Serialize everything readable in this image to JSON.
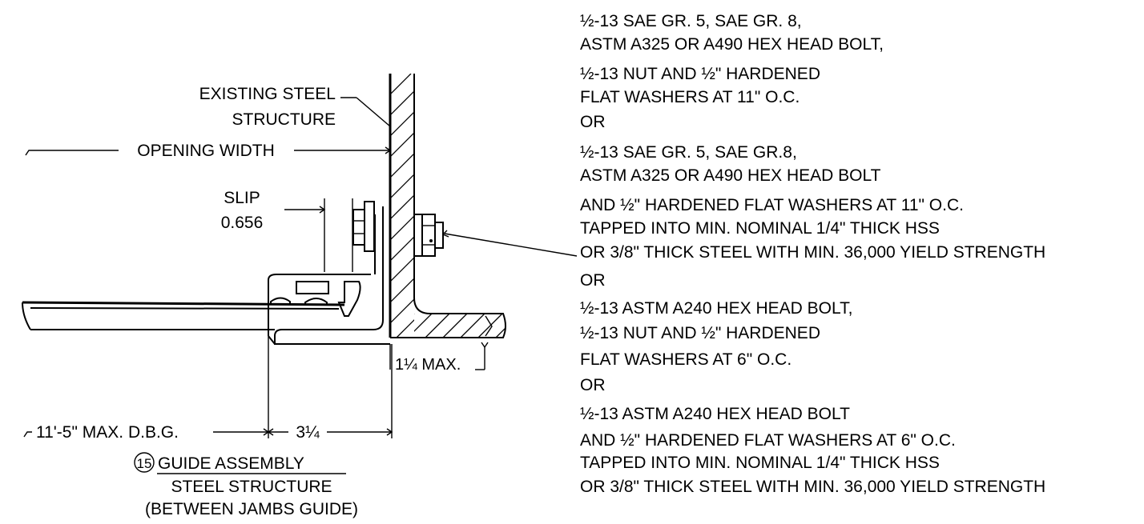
{
  "labels": {
    "existing_steel_1": "EXISTING STEEL",
    "existing_steel_2": "STRUCTURE",
    "opening_width": "OPENING WIDTH",
    "slip_1": "SLIP",
    "slip_2": "0.656",
    "max_gap": "1¼ MAX.",
    "dbg": "11'-5\" MAX. D.B.G.",
    "width_dim": "3¼",
    "detail_number": "15",
    "title_1": "GUIDE ASSEMBLY",
    "title_2": "STEEL STRUCTURE",
    "title_3": "(BETWEEN JAMBS GUIDE)"
  },
  "notes": [
    "½-13 SAE GR. 5, SAE GR. 8,",
    "ASTM A325 OR A490 HEX HEAD BOLT,",
    "½-13 NUT AND ½\" HARDENED",
    "FLAT WASHERS AT 11\" O.C.",
    "OR",
    "½-13 SAE GR. 5, SAE GR.8,",
    "ASTM A325 OR A490 HEX HEAD BOLT",
    "AND ½\" HARDENED FLAT WASHERS AT 11\" O.C.",
    "TAPPED INTO MIN. NOMINAL 1/4\" THICK HSS",
    "OR 3/8\" THICK STEEL WITH MIN. 36,000 YIELD STRENGTH",
    "OR",
    "½-13 ASTM A240 HEX HEAD BOLT,",
    "½-13 NUT AND ½\" HARDENED",
    "FLAT WASHERS AT 6\" O.C.",
    "OR",
    "½-13 ASTM A240 HEX HEAD BOLT",
    "AND ½\" HARDENED FLAT WASHERS AT 6\" O.C.",
    "TAPPED INTO MIN. NOMINAL 1/4\" THICK HSS",
    "OR 3/8\" THICK STEEL WITH MIN. 36,000 YIELD STRENGTH"
  ]
}
